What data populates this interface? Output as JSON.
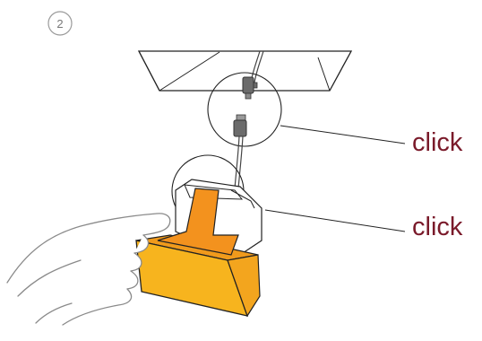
{
  "step": {
    "number": "2"
  },
  "callouts": [
    {
      "label": "click"
    },
    {
      "label": "click"
    }
  ],
  "colors": {
    "callout_text": "#7a1a2a",
    "line": "#222222",
    "step_circle": "#9a9a9a",
    "box_front": "#f7b41e",
    "box_side": "#f09a1c",
    "box_bracket": "#f3921e",
    "connector": "#6b6b6b",
    "hand_outline": "#8a8a8a"
  },
  "icons": [
    "hand-icon",
    "connector-plug-icon"
  ]
}
